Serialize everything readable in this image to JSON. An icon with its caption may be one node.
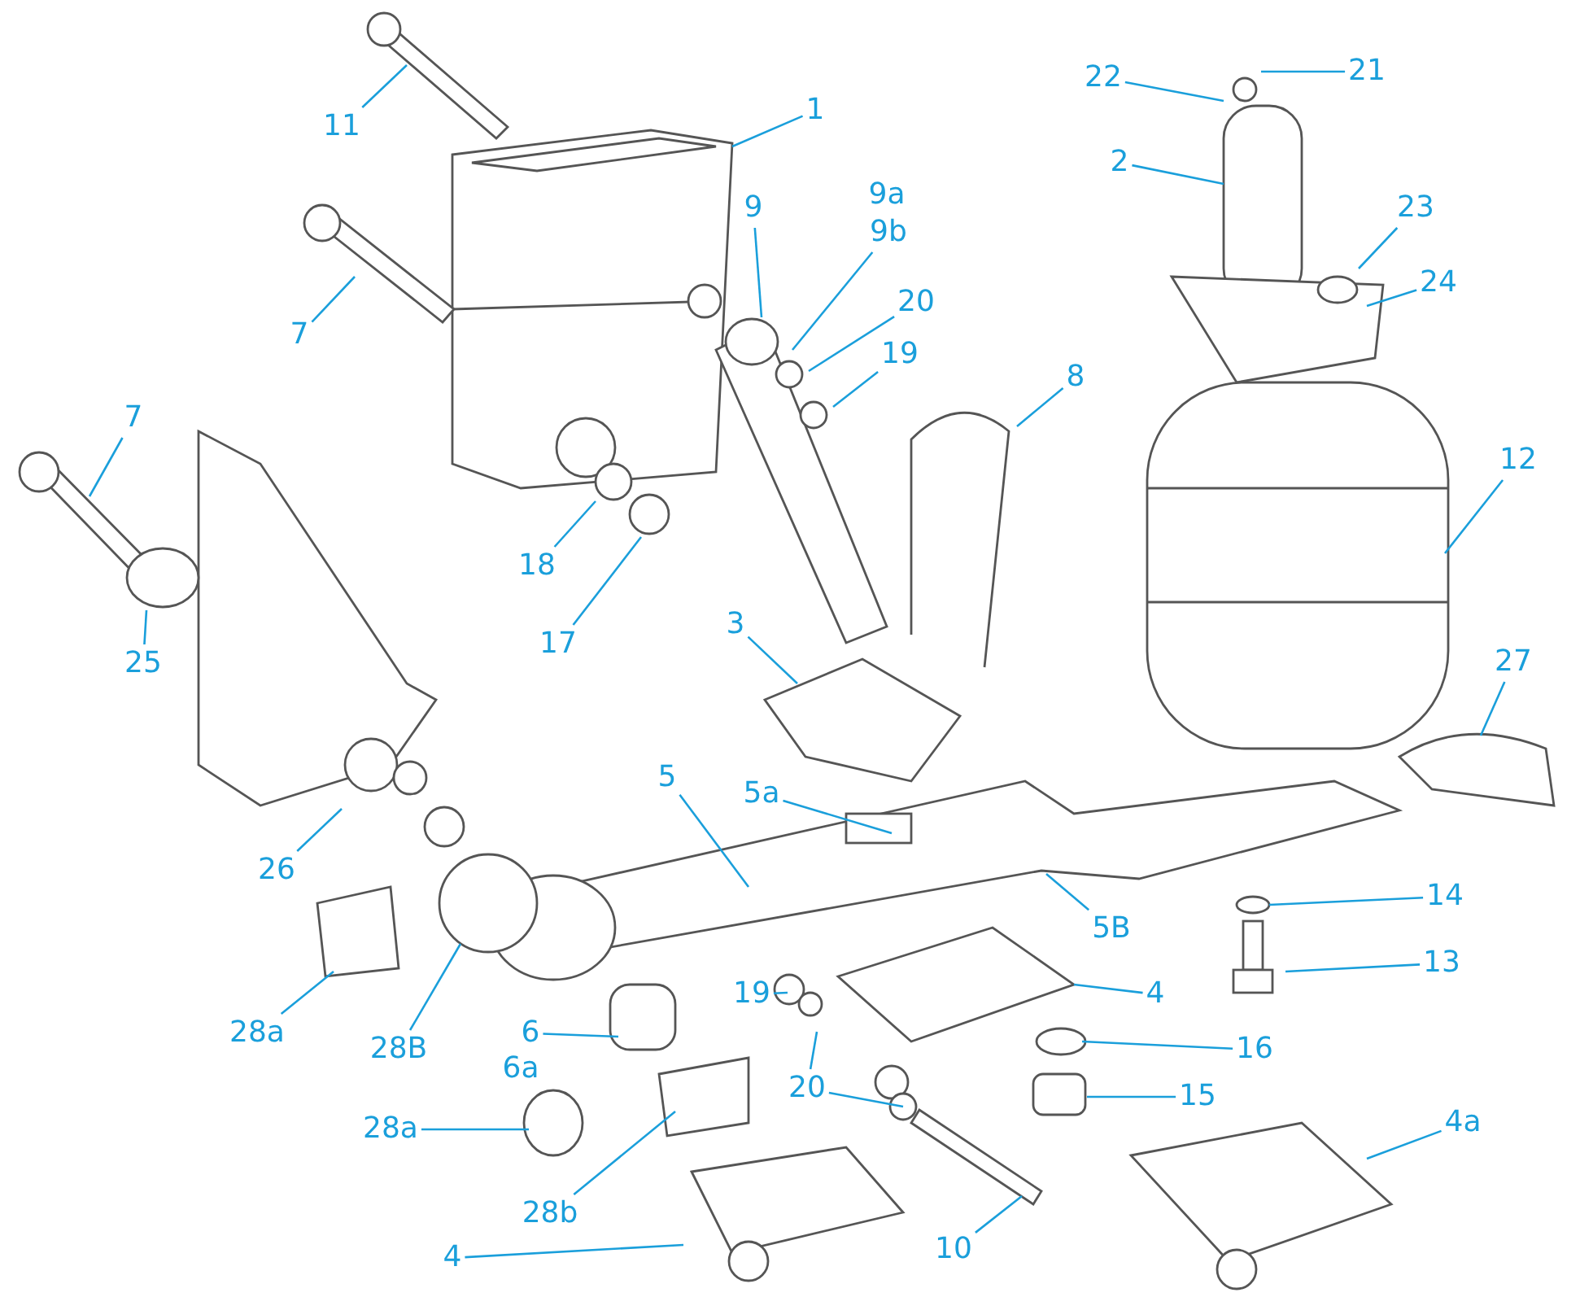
{
  "diagram": {
    "nodes": [
      {
        "text": [
          "11"
        ]
      },
      {
        "text": [
          "1"
        ]
      },
      {
        "text": [
          "22"
        ]
      },
      {
        "text": [
          "21"
        ]
      },
      {
        "text": [
          "2"
        ]
      },
      {
        "text": [
          "9"
        ]
      },
      {
        "text": [
          "9b"
        ]
      },
      {
        "text": [
          "23"
        ]
      },
      {
        "text": [
          "20"
        ]
      },
      {
        "text": [
          "24"
        ]
      },
      {
        "text": [
          "19"
        ]
      },
      {
        "text": [
          "7"
        ]
      },
      {
        "text": [
          "8"
        ]
      },
      {
        "text": [
          "7"
        ]
      },
      {
        "text": [
          "12"
        ]
      },
      {
        "text": [
          "18"
        ]
      },
      {
        "text": [
          "17"
        ]
      },
      {
        "text": [
          "3"
        ]
      },
      {
        "text": [
          "25"
        ]
      },
      {
        "text": [
          "27"
        ]
      },
      {
        "text": [
          "5a"
        ]
      },
      {
        "text": [
          "5"
        ]
      },
      {
        "text": [
          "26"
        ]
      },
      {
        "text": [
          "14"
        ]
      },
      {
        "text": [
          "5B"
        ]
      },
      {
        "text": [
          "28a"
        ]
      },
      {
        "text": [
          "28B"
        ]
      },
      {
        "text": [
          "19"
        ]
      },
      {
        "text": [
          "4"
        ]
      },
      {
        "text": [
          "13"
        ]
      },
      {
        "text": [
          "6"
        ]
      },
      {
        "text": [
          "16"
        ]
      },
      {
        "text": [
          "20"
        ]
      },
      {
        "text": [
          "28a"
        ]
      },
      {
        "text": [
          "15"
        ]
      },
      {
        "text": [
          "4a"
        ]
      },
      {
        "text": [
          "28b"
        ]
      },
      {
        "text": [
          "10"
        ]
      },
      {
        "text": [
          "4"
        ]
      }
    ],
    "edges": [
      {
        "from": 0,
        "to": null,
        "arrow": "none"
      },
      {
        "from": 1,
        "to": null,
        "arrow": "none"
      },
      {
        "from": 2,
        "to": null,
        "arrow": "none"
      },
      {
        "from": 3,
        "to": null,
        "arrow": "none"
      },
      {
        "from": 4,
        "to": null,
        "arrow": "none"
      },
      {
        "from": 5,
        "to": null,
        "arrow": "none"
      },
      {
        "from": 6,
        "to": null,
        "arrow": "none"
      },
      {
        "from": 7,
        "to": null,
        "arrow": "none"
      },
      {
        "from": 8,
        "to": null,
        "arrow": "none"
      },
      {
        "from": 9,
        "to": null,
        "arrow": "none"
      },
      {
        "from": 10,
        "to": null,
        "arrow": "none"
      },
      {
        "from": 11,
        "to": null,
        "arrow": "none"
      },
      {
        "from": 12,
        "to": null,
        "arrow": "none"
      },
      {
        "from": 13,
        "to": null,
        "arrow": "none"
      },
      {
        "from": 14,
        "to": null,
        "arrow": "none"
      },
      {
        "from": 15,
        "to": null,
        "arrow": "none"
      },
      {
        "from": 16,
        "to": null,
        "arrow": "none"
      },
      {
        "from": 17,
        "to": null,
        "arrow": "none"
      },
      {
        "from": 18,
        "to": null,
        "arrow": "none"
      },
      {
        "from": 19,
        "to": null,
        "arrow": "none"
      },
      {
        "from": 20,
        "to": null,
        "arrow": "none"
      },
      {
        "from": 21,
        "to": null,
        "arrow": "none"
      },
      {
        "from": 22,
        "to": null,
        "arrow": "none"
      },
      {
        "from": 23,
        "to": null,
        "arrow": "none"
      },
      {
        "from": 24,
        "to": null,
        "arrow": "none"
      },
      {
        "from": 25,
        "to": null,
        "arrow": "none"
      },
      {
        "from": 26,
        "to": null,
        "arrow": "none"
      },
      {
        "from": 27,
        "to": null,
        "arrow": "none"
      },
      {
        "from": 28,
        "to": null,
        "arrow": "none"
      },
      {
        "from": 29,
        "to": null,
        "arrow": "none"
      },
      {
        "from": 30,
        "to": null,
        "arrow": "none"
      },
      {
        "from": 31,
        "to": null,
        "arrow": "none"
      },
      {
        "from": 32,
        "to": null,
        "arrow": "none"
      },
      {
        "from": 32,
        "to": null,
        "arrow": "none"
      },
      {
        "from": 33,
        "to": null,
        "arrow": "none"
      },
      {
        "from": 34,
        "to": null,
        "arrow": "none"
      },
      {
        "from": 35,
        "to": null,
        "arrow": "none"
      },
      {
        "from": 36,
        "to": null,
        "arrow": "none"
      },
      {
        "from": 37,
        "to": null,
        "arrow": "none"
      },
      {
        "from": 38,
        "to": null,
        "arrow": "none"
      }
    ],
    "labels": [
      "9a",
      "6a"
    ]
  }
}
